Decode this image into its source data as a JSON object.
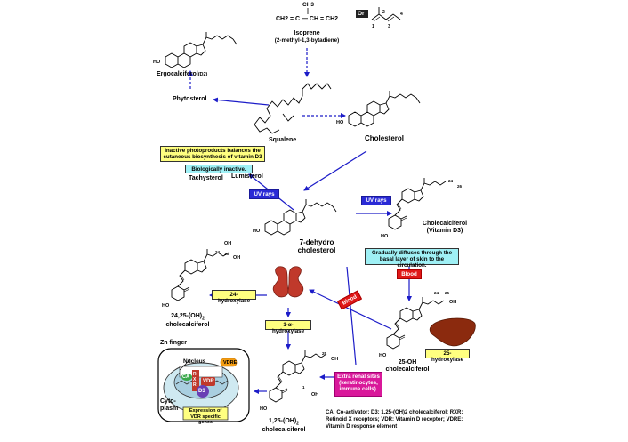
{
  "isoprene": {
    "formula_top": "CH3",
    "formula_main": "CH2 = C — CH = CH2",
    "or_label": "Or",
    "name": "Isoprene",
    "iupac": "(2-methyl-1,3-bytadiene)",
    "atom_1": "1",
    "atom_2": "2",
    "atom_3": "3",
    "atom_4": "4"
  },
  "compounds": {
    "ergocalciferol": "Ergocalciferol",
    "ergocalciferol_suffix": "(D2)",
    "phytosterol": "Phytosterol",
    "squalene": "Squalene",
    "cholesterol": "Cholesterol",
    "tachysterol": "Tachysterol",
    "lumisterol": "Lumisterol",
    "dehydro_line1": "7-dehydro",
    "dehydro_line2": "cholesterol",
    "cholecalciferol_line1": "Cholecalciferol",
    "cholecalciferol_line2": "(Vitamin D3)",
    "oh25_line1": "25-OH",
    "oh25_line2": "cholecalciferol",
    "oh2425_line1": "24,25-(OH)",
    "oh2425_sub": "2",
    "oh2425_line2": "cholecalciferol",
    "oh125_line1": "1,25-(OH)",
    "oh125_sub": "2",
    "oh125_line2": "cholecalciferol"
  },
  "notes": {
    "inactive_photoproducts": "Inactive photoproducts balances the cutaneous biosynthesis of vitamin D3",
    "biologically_inactive": "Biologically inactive.",
    "uv_rays_left": "UV rays",
    "uv_rays_right": "UV rays",
    "diffuses": "Gradually diffuses through the basal layer of skin to the circulation.",
    "blood_right": "Blood",
    "blood_diag": "Blood",
    "hydroxylase_24": "24-hydroxylase",
    "hydroxylase_1a": "1-α-hydroxylase",
    "hydroxylase_25": "25-hydroxylase",
    "extra_renal": "Extra renal sites (keratinocytes, immune cells)."
  },
  "cell": {
    "zn_finger": "Zn finger",
    "nucleus": "Nucleus",
    "vdre": "VDRE",
    "ca": "CA",
    "vdr": "VDR",
    "d3": "D3",
    "rxr_r1": "R",
    "rxr_x": "X",
    "rxr_r2": "R",
    "cytoplasm_line1": "Cyto-",
    "cytoplasm_line2": "plasm",
    "expression": "Expression of VDR specific genes"
  },
  "atoms": {
    "oh": "OH",
    "ho": "HO",
    "num_24": "24",
    "num_25": "25",
    "num_26": "26",
    "num_1": "1"
  },
  "legend": "CA: Co-activator; D3: 1,25-(OH)2 cholecalciferol; RXR: Retinoid X receptors; VDR: Vitamin D receptor; VDRE: Vitamin D response element",
  "colors": {
    "arrow": "#1c1cc8",
    "yellow_box": "#ffff80",
    "cyan_box": "#9ff0f5",
    "blue_box": "#2a2ad6",
    "red_box": "#e01818",
    "magenta_box": "#d9189a",
    "kidney": "#c0392b",
    "liver": "#8b2a0e",
    "cell_fill": "#cfe9f1",
    "nucleus_fill": "#a9cfe0",
    "vdre": "#f39c12",
    "vdr": "#c0392b",
    "d3": "#6a3fb4",
    "ca": "#3aa84a"
  }
}
